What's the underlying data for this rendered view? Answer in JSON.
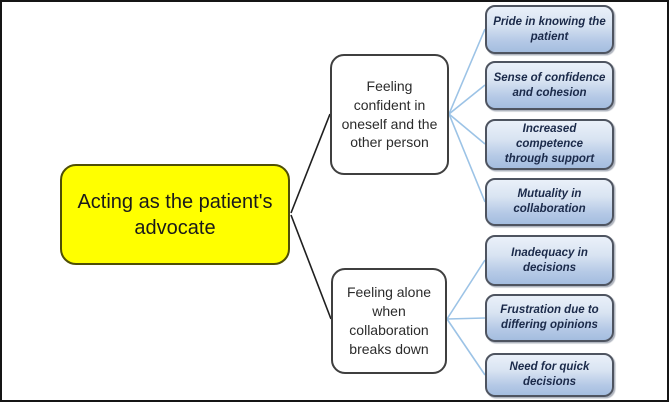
{
  "tree": {
    "root": "Acting as the patient's advocate",
    "branches": [
      {
        "label": "Feeling confident in oneself and the other person",
        "children": [
          "Pride in knowing the patient",
          "Sense of confidence and cohesion",
          "Increased competence through support",
          "Mutuality in collaboration"
        ]
      },
      {
        "label": "Feeling alone when collaboration breaks down",
        "children": [
          "Inadequacy in decisions",
          "Frustration due to differing opinions",
          "Need for quick decisions"
        ]
      }
    ]
  },
  "colors": {
    "root_fill": "#ffff00",
    "root_border": "#4f4f05",
    "branch_fill": "#ffffff",
    "branch_border": "#3f3f3f",
    "leaf_fill_top": "#eaf0f9",
    "leaf_fill_bottom": "#a4bddf",
    "leaf_border": "#4e5460",
    "leaf_text": "#1b2a4a",
    "connector_dark": "#1f1f1f",
    "connector_blue": "#9cc3e6"
  }
}
